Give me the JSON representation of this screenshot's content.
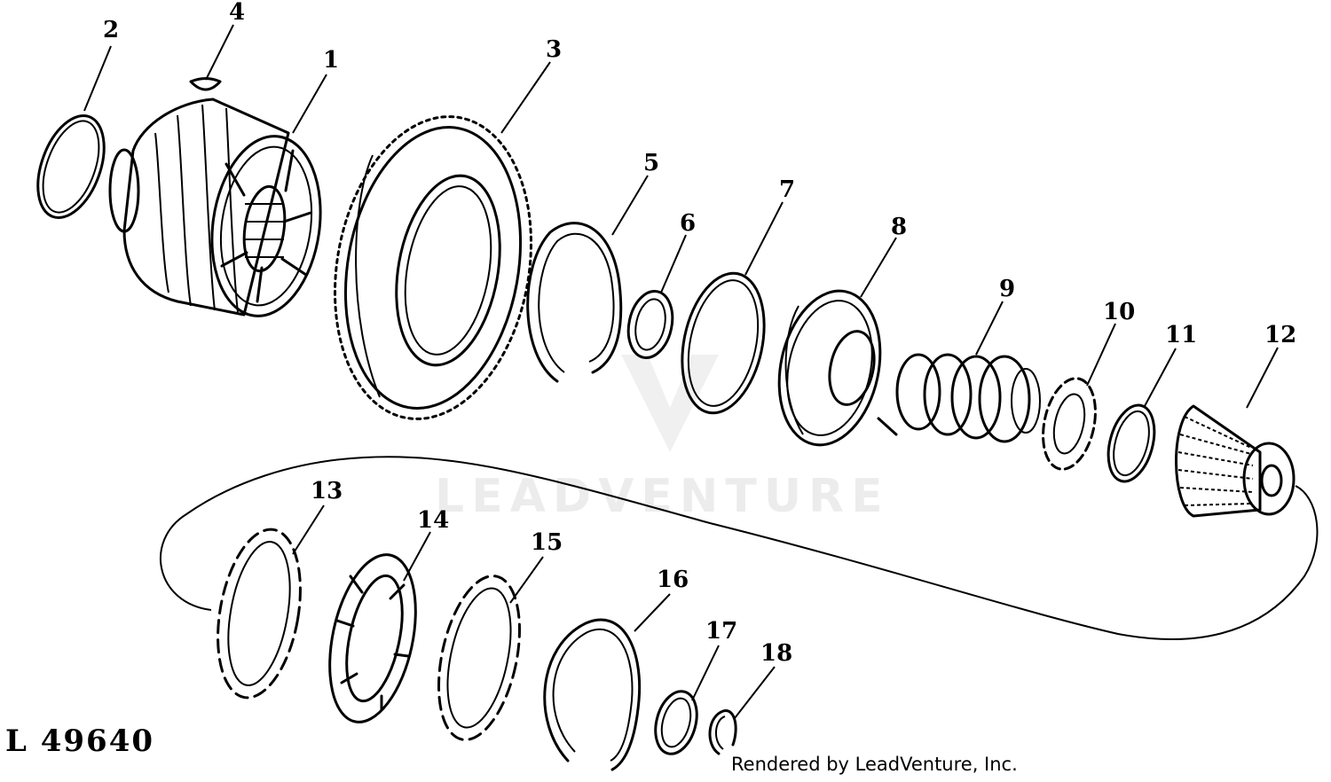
{
  "figure": {
    "id_label": "L 49640",
    "credit": "Rendered by LeadVenture, Inc.",
    "watermark_text": "LEADVENTURE"
  },
  "callouts": [
    "1",
    "2",
    "3",
    "4",
    "5",
    "6",
    "7",
    "8",
    "9",
    "10",
    "11",
    "12",
    "13",
    "14",
    "15",
    "16",
    "17",
    "18"
  ],
  "colors": {
    "ink": "#000000",
    "background": "#ffffff"
  }
}
